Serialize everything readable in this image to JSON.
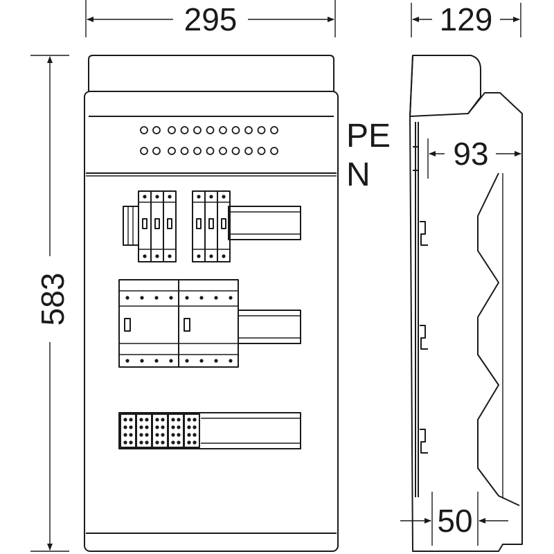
{
  "dimensions": {
    "width": "295",
    "depth": "129",
    "height": "583",
    "inner_depth": "93",
    "rail_depth": "50"
  },
  "labels": {
    "pe": "PE",
    "n": "N"
  }
}
